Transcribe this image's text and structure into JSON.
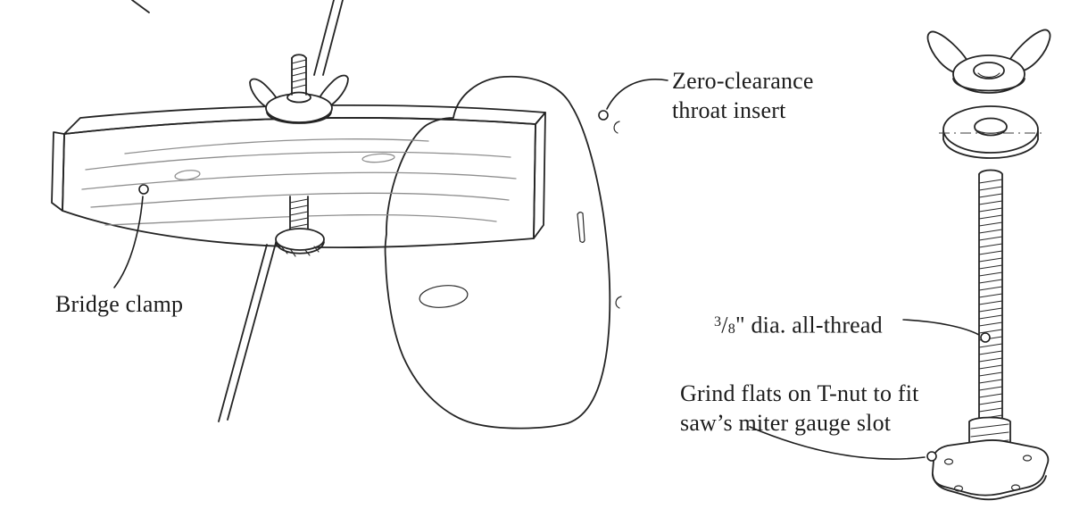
{
  "figure": {
    "colors": {
      "line": "#242424",
      "wood_front": "#c9c9c9",
      "wood_top": "#e5e5e5",
      "wood_end": "#bcbcbc",
      "paper": "#ffffff"
    },
    "labels": {
      "throat_insert": {
        "line1": "Zero-clearance",
        "line2": "throat insert"
      },
      "bridge_clamp": {
        "text": "Bridge clamp"
      },
      "all_thread": {
        "numerator": "3",
        "denominator": "8",
        "rest": "\" dia. all-thread"
      },
      "grind_flats": {
        "line1": "Grind flats on T-nut to fit",
        "line2": "saw’s miter gauge slot"
      }
    }
  }
}
